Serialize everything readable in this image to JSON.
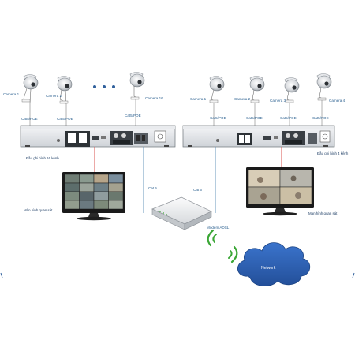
{
  "left_system": {
    "cameras": [
      "Camera 1",
      "Camera 2",
      "Camera 16"
    ],
    "cable_labels": [
      "Cat5/POE",
      "Cat5/POE",
      "Cat5/POE"
    ],
    "recorder_label": "Đầu ghi hình 16 kênh",
    "monitor_label": "Màn hình quan sát"
  },
  "right_system": {
    "cameras": [
      "Camera 1",
      "Camera 2",
      "Camera 3",
      "Camera 4"
    ],
    "cable_labels": [
      "Cat5/POE",
      "Cat5/POE",
      "Cat5/POE",
      "Cat5/POE"
    ],
    "recorder_label": "Đầu ghi hình 4 kênh",
    "monitor_label": "Màn hình quan sát"
  },
  "links": {
    "left_cat5": "Cat 5",
    "right_cat5": "Cat 5"
  },
  "modem_label": "Modem ADSL",
  "network_label": "Network",
  "colors": {
    "label_blue": "#2a5f8f",
    "red_link": "#d9534f",
    "network_fill": "#2f62b5",
    "wifi_green": "#3aa635"
  }
}
